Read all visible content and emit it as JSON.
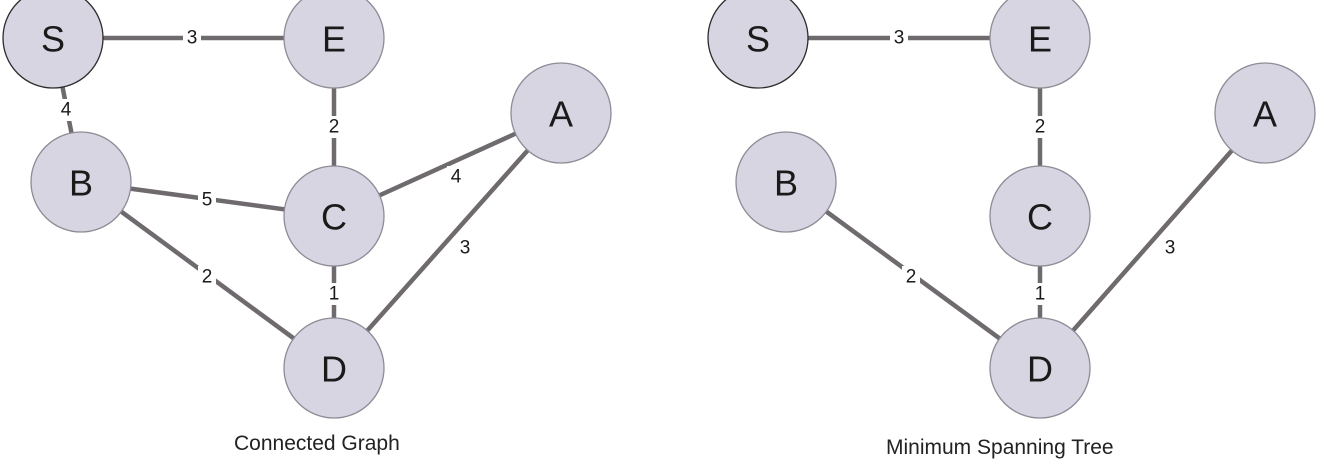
{
  "colors": {
    "edge": "#6e6a6e",
    "node_fill": "#d8d5e3",
    "node_stroke": "#8e8b95",
    "start_node_fill": "#d8d5e3",
    "start_node_stroke": "#2c2c2c",
    "text": "#1a1a1a"
  },
  "graphs": [
    {
      "caption": "Connected Graph",
      "nodes": [
        {
          "id": "S",
          "label": "S",
          "start": true
        },
        {
          "id": "E",
          "label": "E"
        },
        {
          "id": "A",
          "label": "A"
        },
        {
          "id": "B",
          "label": "B"
        },
        {
          "id": "C",
          "label": "C"
        },
        {
          "id": "D",
          "label": "D"
        }
      ],
      "edges": [
        {
          "from": "S",
          "to": "E",
          "weight": "3"
        },
        {
          "from": "S",
          "to": "B",
          "weight": "4"
        },
        {
          "from": "E",
          "to": "C",
          "weight": "2"
        },
        {
          "from": "B",
          "to": "C",
          "weight": "5"
        },
        {
          "from": "C",
          "to": "A",
          "weight": "4"
        },
        {
          "from": "B",
          "to": "D",
          "weight": "2"
        },
        {
          "from": "C",
          "to": "D",
          "weight": "1"
        },
        {
          "from": "A",
          "to": "D",
          "weight": "3"
        }
      ]
    },
    {
      "caption": "Minimum Spanning Tree",
      "nodes": [
        {
          "id": "S",
          "label": "S",
          "start": true
        },
        {
          "id": "E",
          "label": "E"
        },
        {
          "id": "A",
          "label": "A"
        },
        {
          "id": "B",
          "label": "B"
        },
        {
          "id": "C",
          "label": "C"
        },
        {
          "id": "D",
          "label": "D"
        }
      ],
      "edges": [
        {
          "from": "S",
          "to": "E",
          "weight": "3"
        },
        {
          "from": "E",
          "to": "C",
          "weight": "2"
        },
        {
          "from": "B",
          "to": "D",
          "weight": "2"
        },
        {
          "from": "C",
          "to": "D",
          "weight": "1"
        },
        {
          "from": "A",
          "to": "D",
          "weight": "3"
        }
      ]
    }
  ]
}
